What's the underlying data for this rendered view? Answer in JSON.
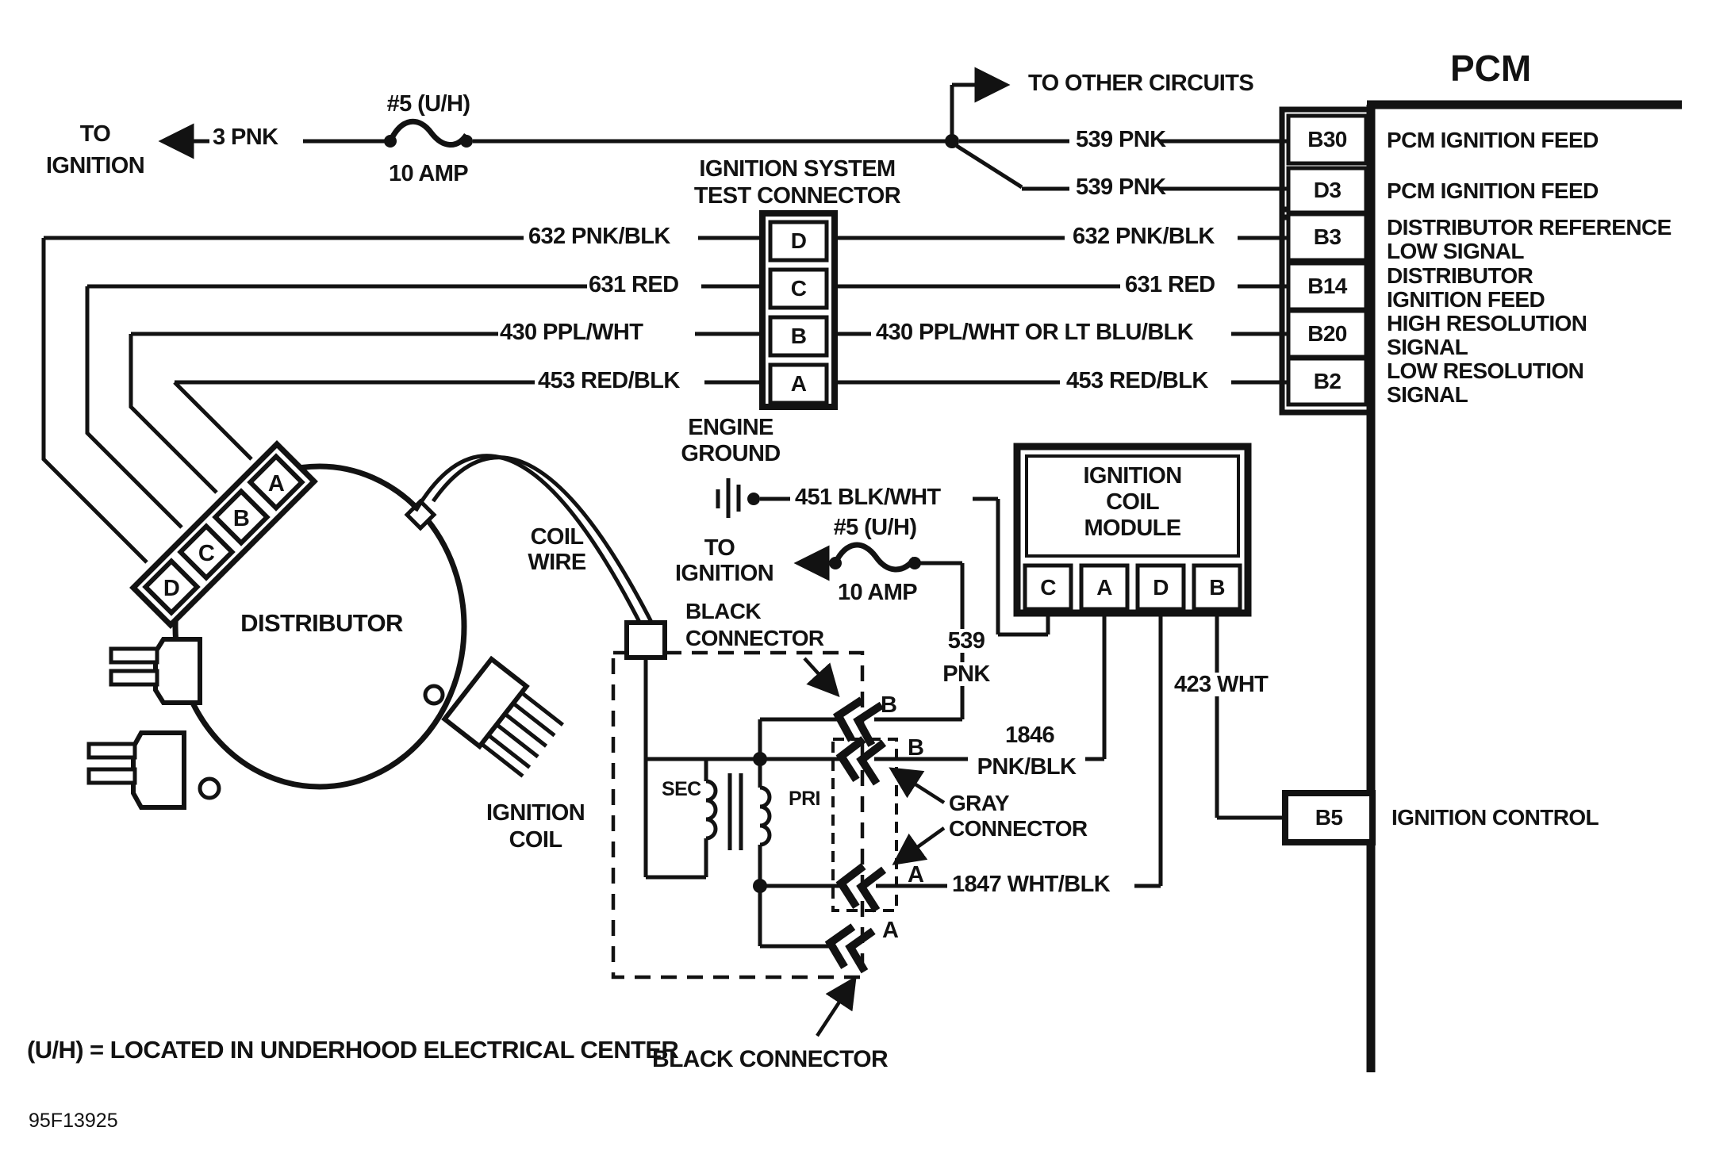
{
  "pcm": {
    "title": "PCM",
    "pins": [
      {
        "id": "B30",
        "line1": "PCM IGNITION FEED",
        "line2": ""
      },
      {
        "id": "D3",
        "line1": "PCM IGNITION FEED",
        "line2": ""
      },
      {
        "id": "B3",
        "line1": "DISTRIBUTOR REFERENCE",
        "line2": "LOW SIGNAL"
      },
      {
        "id": "B14",
        "line1": "DISTRIBUTOR",
        "line2": "IGNITION FEED"
      },
      {
        "id": "B20",
        "line1": "HIGH RESOLUTION",
        "line2": "SIGNAL"
      },
      {
        "id": "B2",
        "line1": "LOW RESOLUTION",
        "line2": "SIGNAL"
      },
      {
        "id": "B5",
        "line1": "IGNITION CONTROL",
        "line2": ""
      }
    ]
  },
  "feed": {
    "to_line1": "TO",
    "to_line2": "IGNITION",
    "wire_3pnk": "3 PNK",
    "fuse_label": "#5 (U/H)",
    "fuse_rating": "10 AMP",
    "wire_539_top": "539 PNK",
    "wire_539_bottom": "539 PNK",
    "to_other_circuits": "TO OTHER CIRCUITS"
  },
  "test_connector": {
    "title_line1": "IGNITION SYSTEM",
    "title_line2": "TEST CONNECTOR",
    "pin_d": "D",
    "pin_c": "C",
    "pin_b": "B",
    "pin_a": "A"
  },
  "wires": {
    "left_632": "632 PNK/BLK",
    "left_631": "631 RED",
    "left_430": "430 PPL/WHT",
    "left_453": "453 RED/BLK",
    "right_632": "632 PNK/BLK",
    "right_631": "631 RED",
    "right_430": "430 PPL/WHT OR LT BLU/BLK",
    "right_453": "453 RED/BLK"
  },
  "distributor": {
    "label": "DISTRIBUTOR",
    "pin_a": "A",
    "pin_b": "B",
    "pin_c": "C",
    "pin_d": "D",
    "coil_wire_line1": "COIL",
    "coil_wire_line2": "WIRE"
  },
  "ground": {
    "line1": "ENGINE",
    "line2": "GROUND",
    "wire_451": "451 BLK/WHT"
  },
  "mid_feed": {
    "to_line1": "TO",
    "to_line2": "IGNITION",
    "fuse_label": "#5 (U/H)",
    "fuse_rating": "10 AMP",
    "wire_539_line1": "539",
    "wire_539_line2": "PNK"
  },
  "coil": {
    "label_line1": "IGNITION",
    "label_line2": "COIL",
    "sec": "SEC",
    "pri": "PRI",
    "black_connector_top_line1": "BLACK",
    "black_connector_top_line2": "CONNECTOR",
    "gray_connector_line1": "GRAY",
    "gray_connector_line2": "CONNECTOR",
    "black_connector_bottom": "BLACK CONNECTOR",
    "pin_b_black": "B",
    "pin_b_gray": "B",
    "pin_a_gray": "A",
    "pin_a_black": "A",
    "wire_1846_line1": "1846",
    "wire_1846_line2": "PNK/BLK",
    "wire_1847": "1847 WHT/BLK"
  },
  "module": {
    "title_line1": "IGNITION",
    "title_line2": "COIL",
    "title_line3": "MODULE",
    "pin_c": "C",
    "pin_a": "A",
    "pin_d": "D",
    "pin_b": "B",
    "wire_423": "423 WHT"
  },
  "footer": {
    "note": "(U/H) = LOCATED IN UNDERHOOD ELECTRICAL CENTER",
    "ref": "95F13925"
  },
  "colors": {
    "ink": "#121212",
    "background": "#ffffff"
  }
}
